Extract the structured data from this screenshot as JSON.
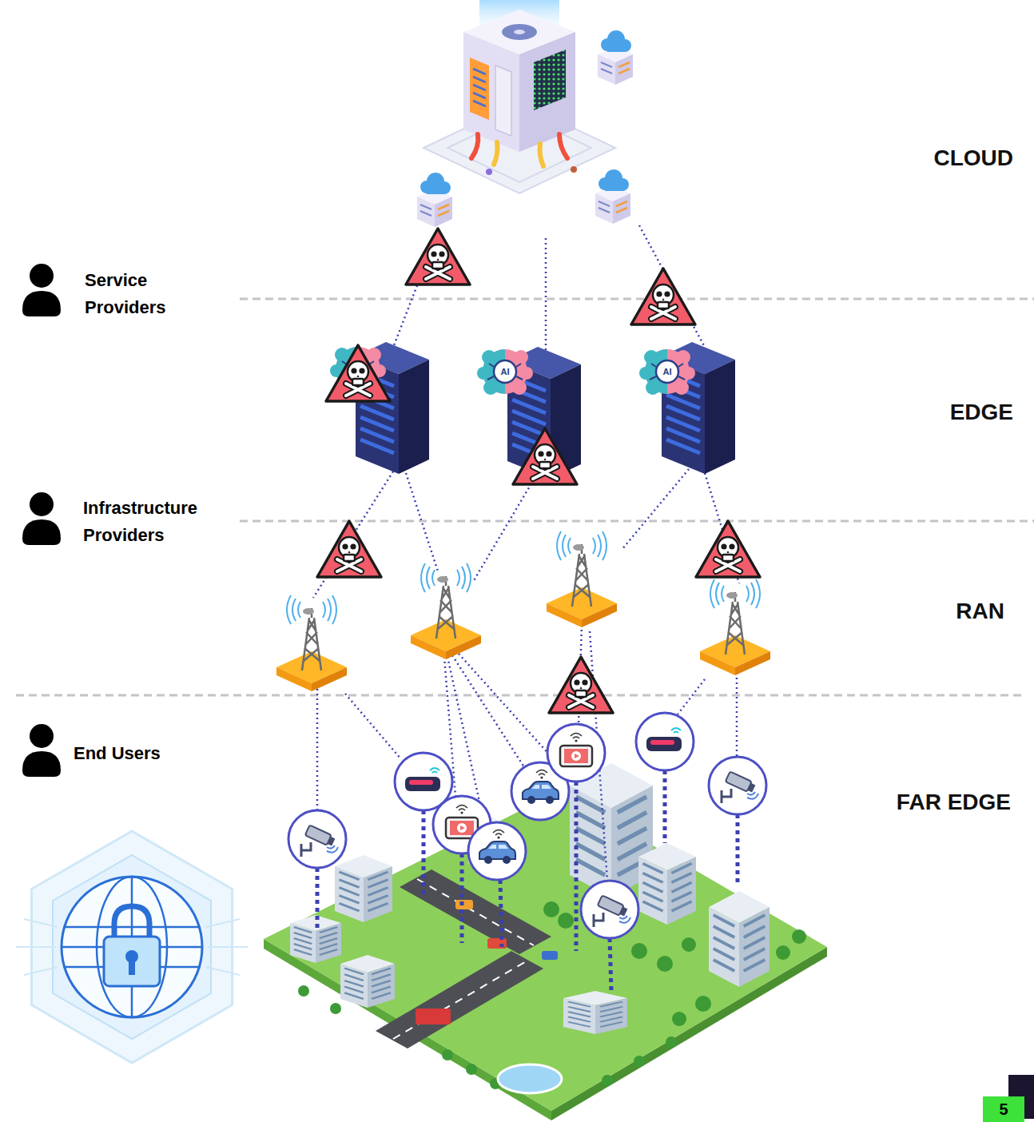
{
  "diagram": {
    "nodes": [
      {
        "text": [
          "5"
        ]
      }
    ],
    "labels": [
      "CLOUD",
      "Service Providers",
      "AI",
      "AI",
      "EDGE",
      "Infrastructure Providers",
      "RAN",
      "End Users",
      "FAR EDGE"
    ]
  }
}
